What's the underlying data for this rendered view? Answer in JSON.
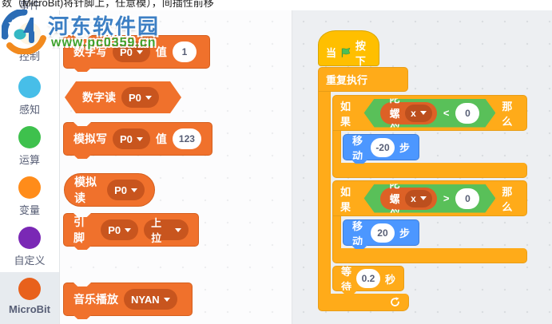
{
  "caption": "数（MicroBit)将针脚上，任意模），间插性前移",
  "watermark": {
    "site_name": "河东软件园",
    "site_url": "www.pc0359.cn"
  },
  "sidebar": {
    "items": [
      {
        "label": "事件",
        "color": "#FFBF00",
        "selected": false
      },
      {
        "label": "控制",
        "color": "#FFAB19",
        "selected": false
      },
      {
        "label": "感知",
        "color": "#47BEE8",
        "selected": false
      },
      {
        "label": "运算",
        "color": "#3EC14D",
        "selected": false
      },
      {
        "label": "变量",
        "color": "#FF8C1A",
        "selected": false
      },
      {
        "label": "自定义",
        "color": "#7A28B5",
        "selected": false
      },
      {
        "label": "MicroBit",
        "color": "#E8611C",
        "selected": true
      }
    ]
  },
  "palette": {
    "digital_write": {
      "label": "数字写",
      "pin": "P0",
      "value_label": "值",
      "value": "1"
    },
    "digital_read": {
      "label": "数字读",
      "pin": "P0"
    },
    "analog_write": {
      "label": "模拟写",
      "pin": "P0",
      "value_label": "值",
      "value": "123"
    },
    "analog_read": {
      "label": "模拟读",
      "pin": "P0"
    },
    "pin_mode": {
      "label": "引脚",
      "pin": "P0",
      "mode": "上拉"
    },
    "music_play": {
      "label": "音乐播放",
      "tune": "NYAN"
    }
  },
  "script": {
    "hat": {
      "prefix": "当",
      "suffix": "按下"
    },
    "forever": {
      "label": "重复执行"
    },
    "if1": {
      "if_label": "如果",
      "then_label": "那么",
      "sensor": "陀螺仪",
      "axis": "x",
      "operator": "<",
      "compare_value": "0",
      "move_label": "移动",
      "move_value": "-20",
      "move_unit": "步"
    },
    "if2": {
      "if_label": "如果",
      "then_label": "那么",
      "sensor": "陀螺仪",
      "axis": "x",
      "operator": ">",
      "compare_value": "0",
      "move_label": "移动",
      "move_value": "20",
      "move_unit": "步"
    },
    "wait": {
      "label": "等待",
      "value": "0.2",
      "unit": "秒"
    }
  },
  "colors": {
    "palette_block_orange": "#F0712C",
    "palette_dropdown_orange": "#C8551E",
    "gyro_pill_orange": "#DD6126",
    "gyro_dropdown_orange": "#BC4F1E",
    "control_orange": "#FFAB19",
    "events_yellow": "#FFBF00",
    "motion_blue": "#4C97FF",
    "operators_green": "#59C059",
    "sidebar_text": "#575E75",
    "canvas_bg": "#EDEFF2",
    "selected_item_bg": "#E7EBEF"
  }
}
